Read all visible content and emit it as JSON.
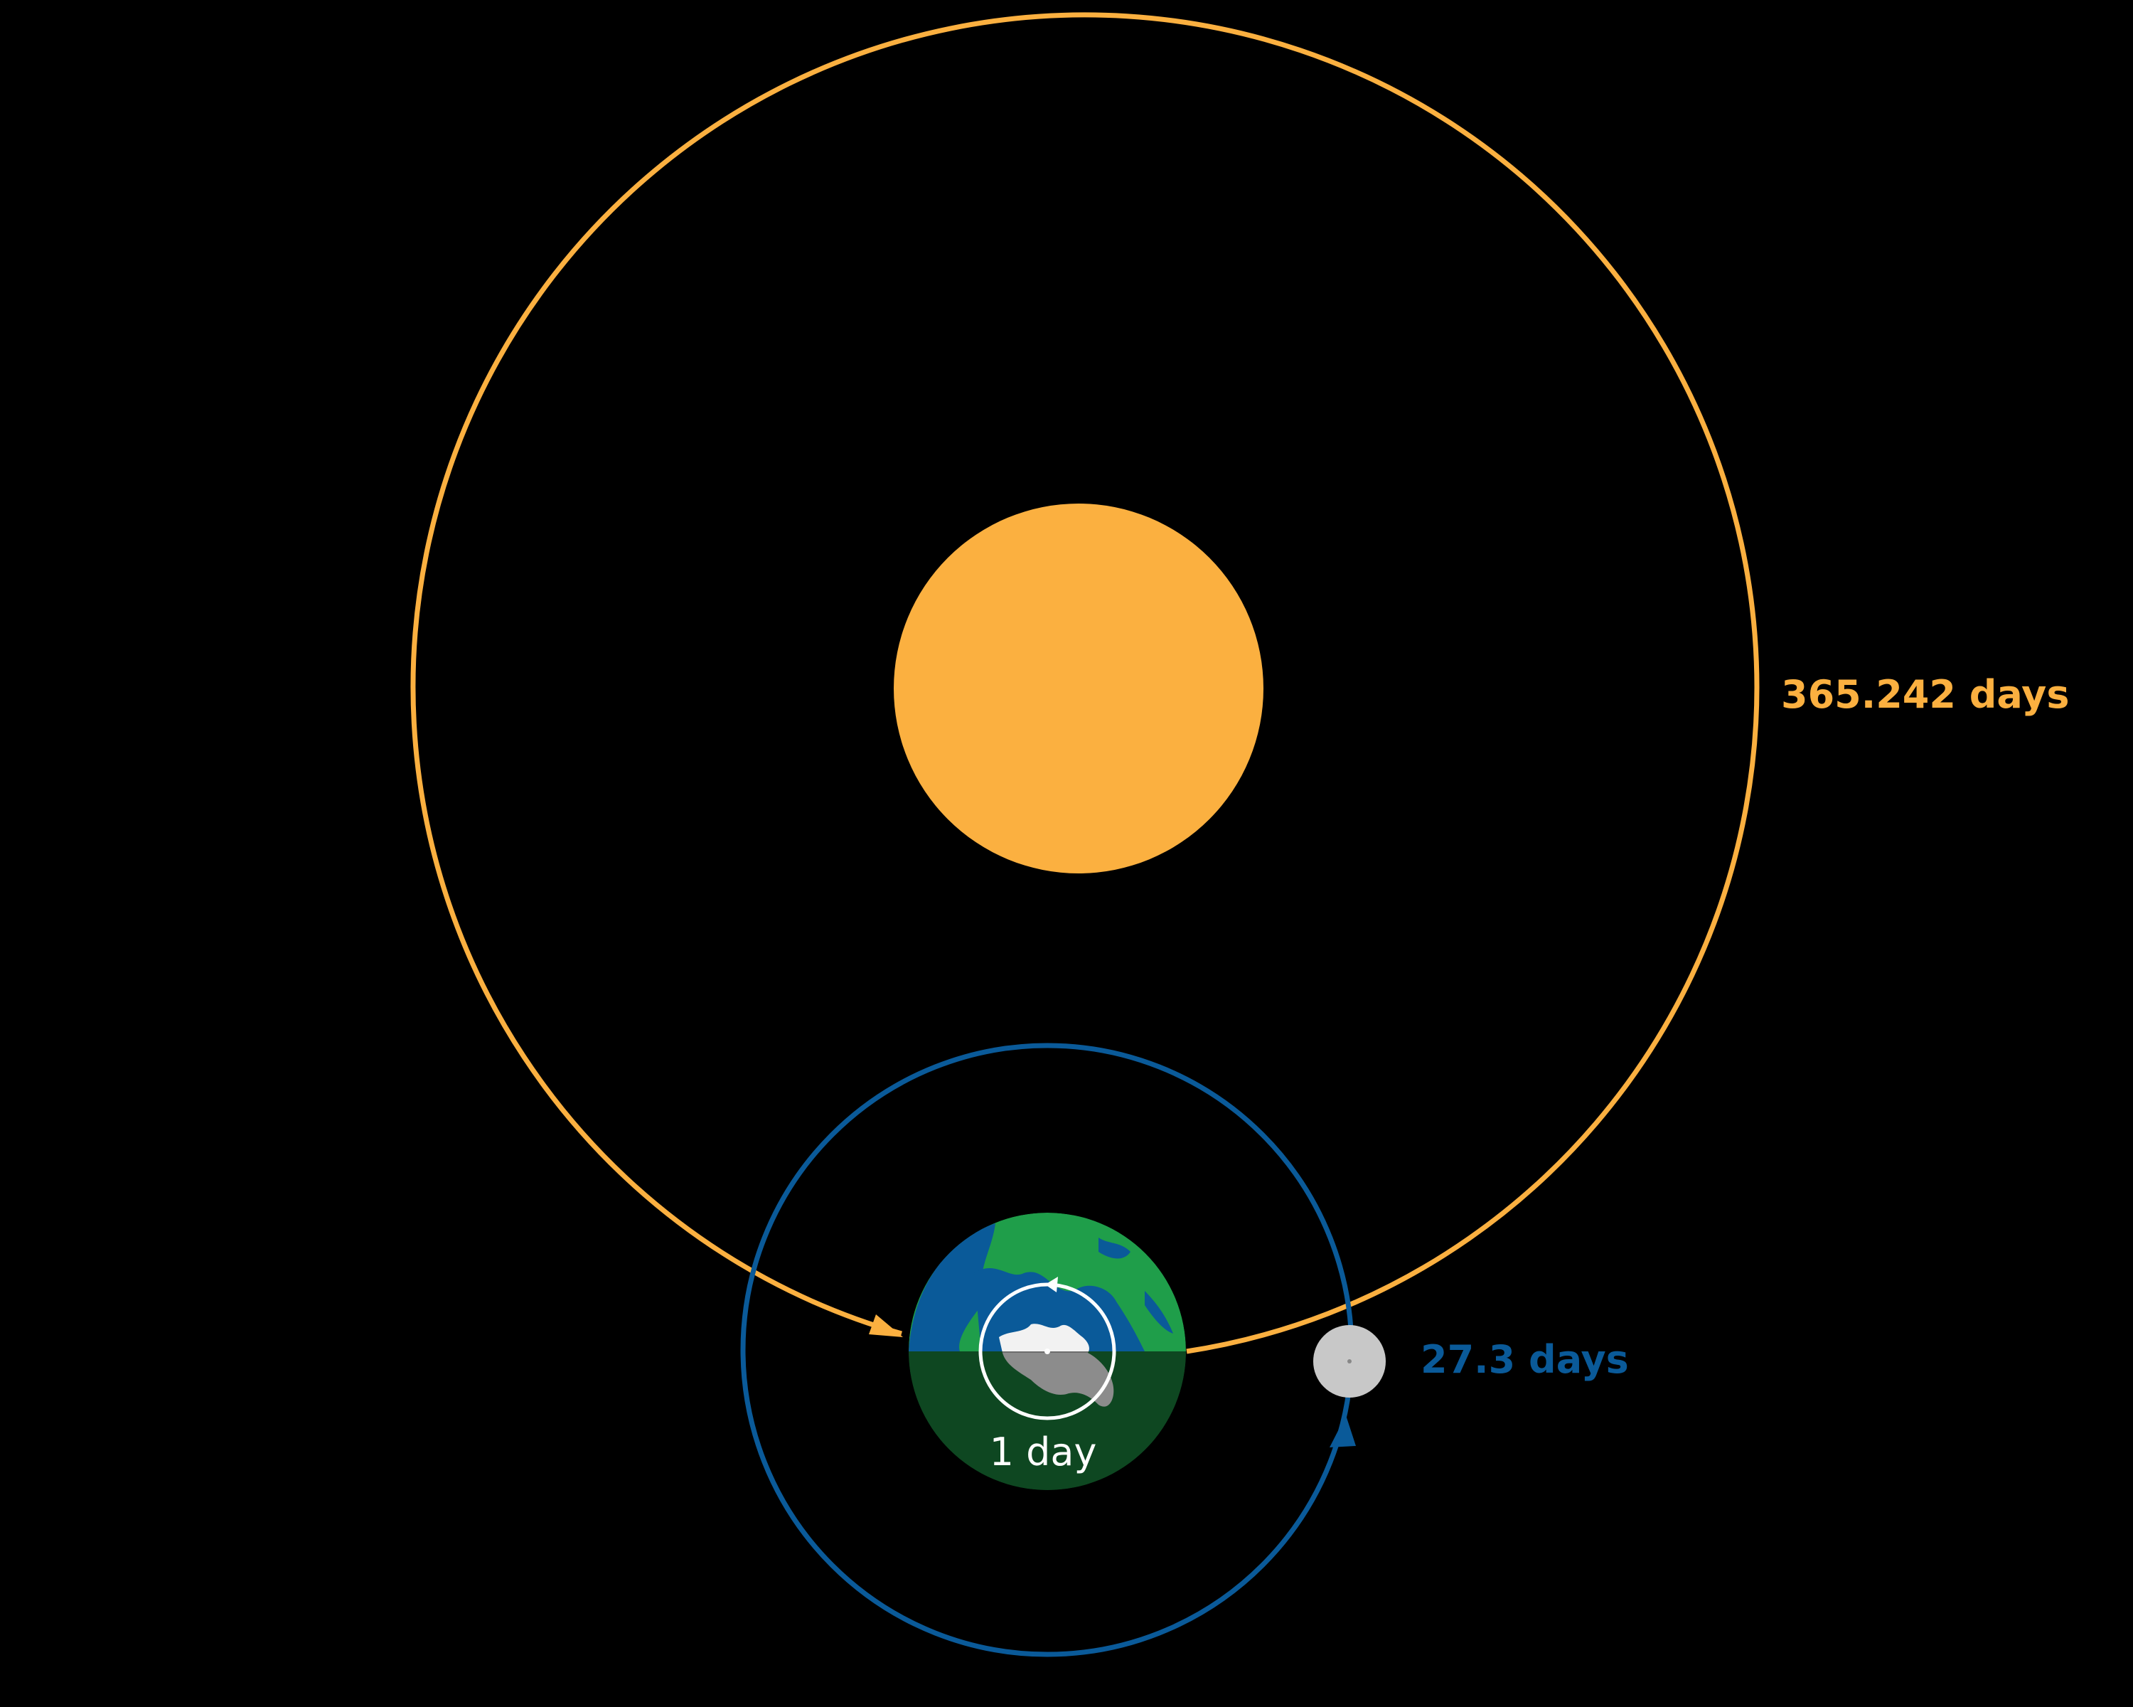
{
  "labels": {
    "year": "365.242 days",
    "month": "27.3 days",
    "day": "1 day"
  },
  "colors": {
    "background": "#000000",
    "sun": "#FBB040",
    "earth_orbit": "#FBB040",
    "moon_orbit": "#0A5A99",
    "moon": "#C8C8C8",
    "earth_ocean": "#0A5A99",
    "earth_land": "#1F9E4A",
    "earth_ice": "#F2F2F2",
    "rotation_arrow": "#FFFFFF",
    "day_label": "#FFFFFF"
  },
  "icons": {
    "sun": "sun-disc",
    "earth": "earth-globe-north-pole-view",
    "moon": "moon-disc",
    "rotation": "counterclockwise-rotation-arrow"
  }
}
